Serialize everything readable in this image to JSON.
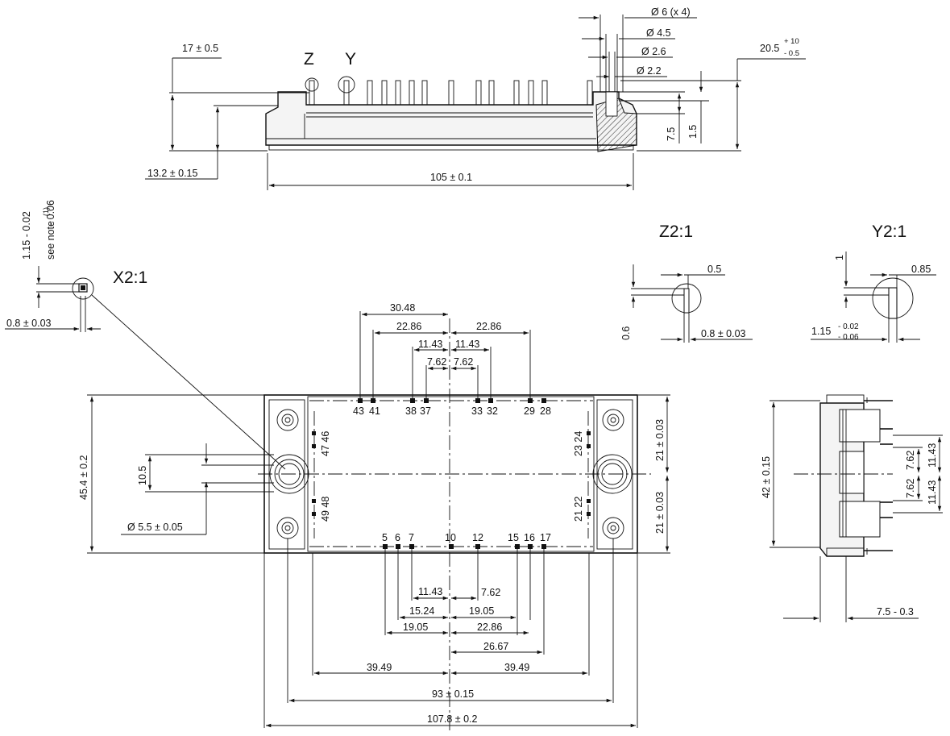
{
  "top_view": {
    "labels": {
      "z_marker": "Z",
      "y_marker": "Y",
      "pin_height": "17 ± 0.5",
      "base_height": "13.2 ± 0.15",
      "length": "105 ± 0.1",
      "hole_d6": "Ø 6 (x 4)",
      "hole_d45": "Ø 4.5",
      "hole_d26": "Ø 2.6",
      "hole_d22": "Ø 2.2",
      "total_height_main": "20.5",
      "total_height_tol_up": "+ 10",
      "total_height_tol_down": "- 0.5",
      "hole_depth": "7.5",
      "step": "1.5"
    }
  },
  "detail_x": {
    "title": "X2:1",
    "pin_width": "1.15 - 0.02",
    "pin_width_tol": "- 0.06",
    "see_note": "see note",
    "note_ref": "(1)",
    "pin_thickness": "0.8 ± 0.03"
  },
  "detail_z": {
    "title": "Z2:1",
    "tip_offset": "0.5",
    "tip_length": "0.6",
    "pin_width": "0.8 ± 0.03"
  },
  "detail_y": {
    "title": "Y2:1",
    "tip_length": "1",
    "tip_offset": "0.85",
    "pin_width_main": "1.15",
    "pin_width_tol_up": "- 0.02",
    "pin_width_tol_down": "- 0.06"
  },
  "front_view": {
    "top_dims": {
      "d3048": "30.48",
      "d2286_left": "22.86",
      "d2286_right": "22.86",
      "d1143_left": "11.43",
      "d1143_right": "11.43",
      "d762_left": "7.62",
      "d762_right": "7.62"
    },
    "top_pins": [
      "43",
      "41",
      "38",
      "37",
      "33",
      "32",
      "29",
      "28"
    ],
    "left_pins_upper": "47 46",
    "left_pins_lower": "49 48",
    "right_pins_upper": "23 24",
    "right_pins_lower": "21 22",
    "bottom_pins": [
      "5",
      "6",
      "7",
      "10",
      "12",
      "15",
      "16",
      "17"
    ],
    "bottom_dims": {
      "d1143": "11.43",
      "d762": "7.62",
      "d1524": "15.24",
      "d1905_right": "19.05",
      "d1905_left": "19.05",
      "d2286": "22.86",
      "d2667": "26.67",
      "d3949_left": "39.49",
      "d3949_right": "39.49",
      "hole_pitch": "93 ± 0.15",
      "total_length": "107.8 ± 0.2"
    },
    "side_dims": {
      "height": "45.4 ± 0.2",
      "pitch": "10.5",
      "hole_dia": "Ø 5.5 ± 0.05",
      "half_up": "21 ± 0.03",
      "half_down": "21 ± 0.03"
    }
  },
  "side_view": {
    "height": "42 ± 0.15",
    "upper_pitch": "11.43",
    "upper_pitch_small": "7.62",
    "lower_pitch_small": "7.62",
    "lower_pitch": "11.43",
    "thickness": "7.5 - 0.3"
  }
}
